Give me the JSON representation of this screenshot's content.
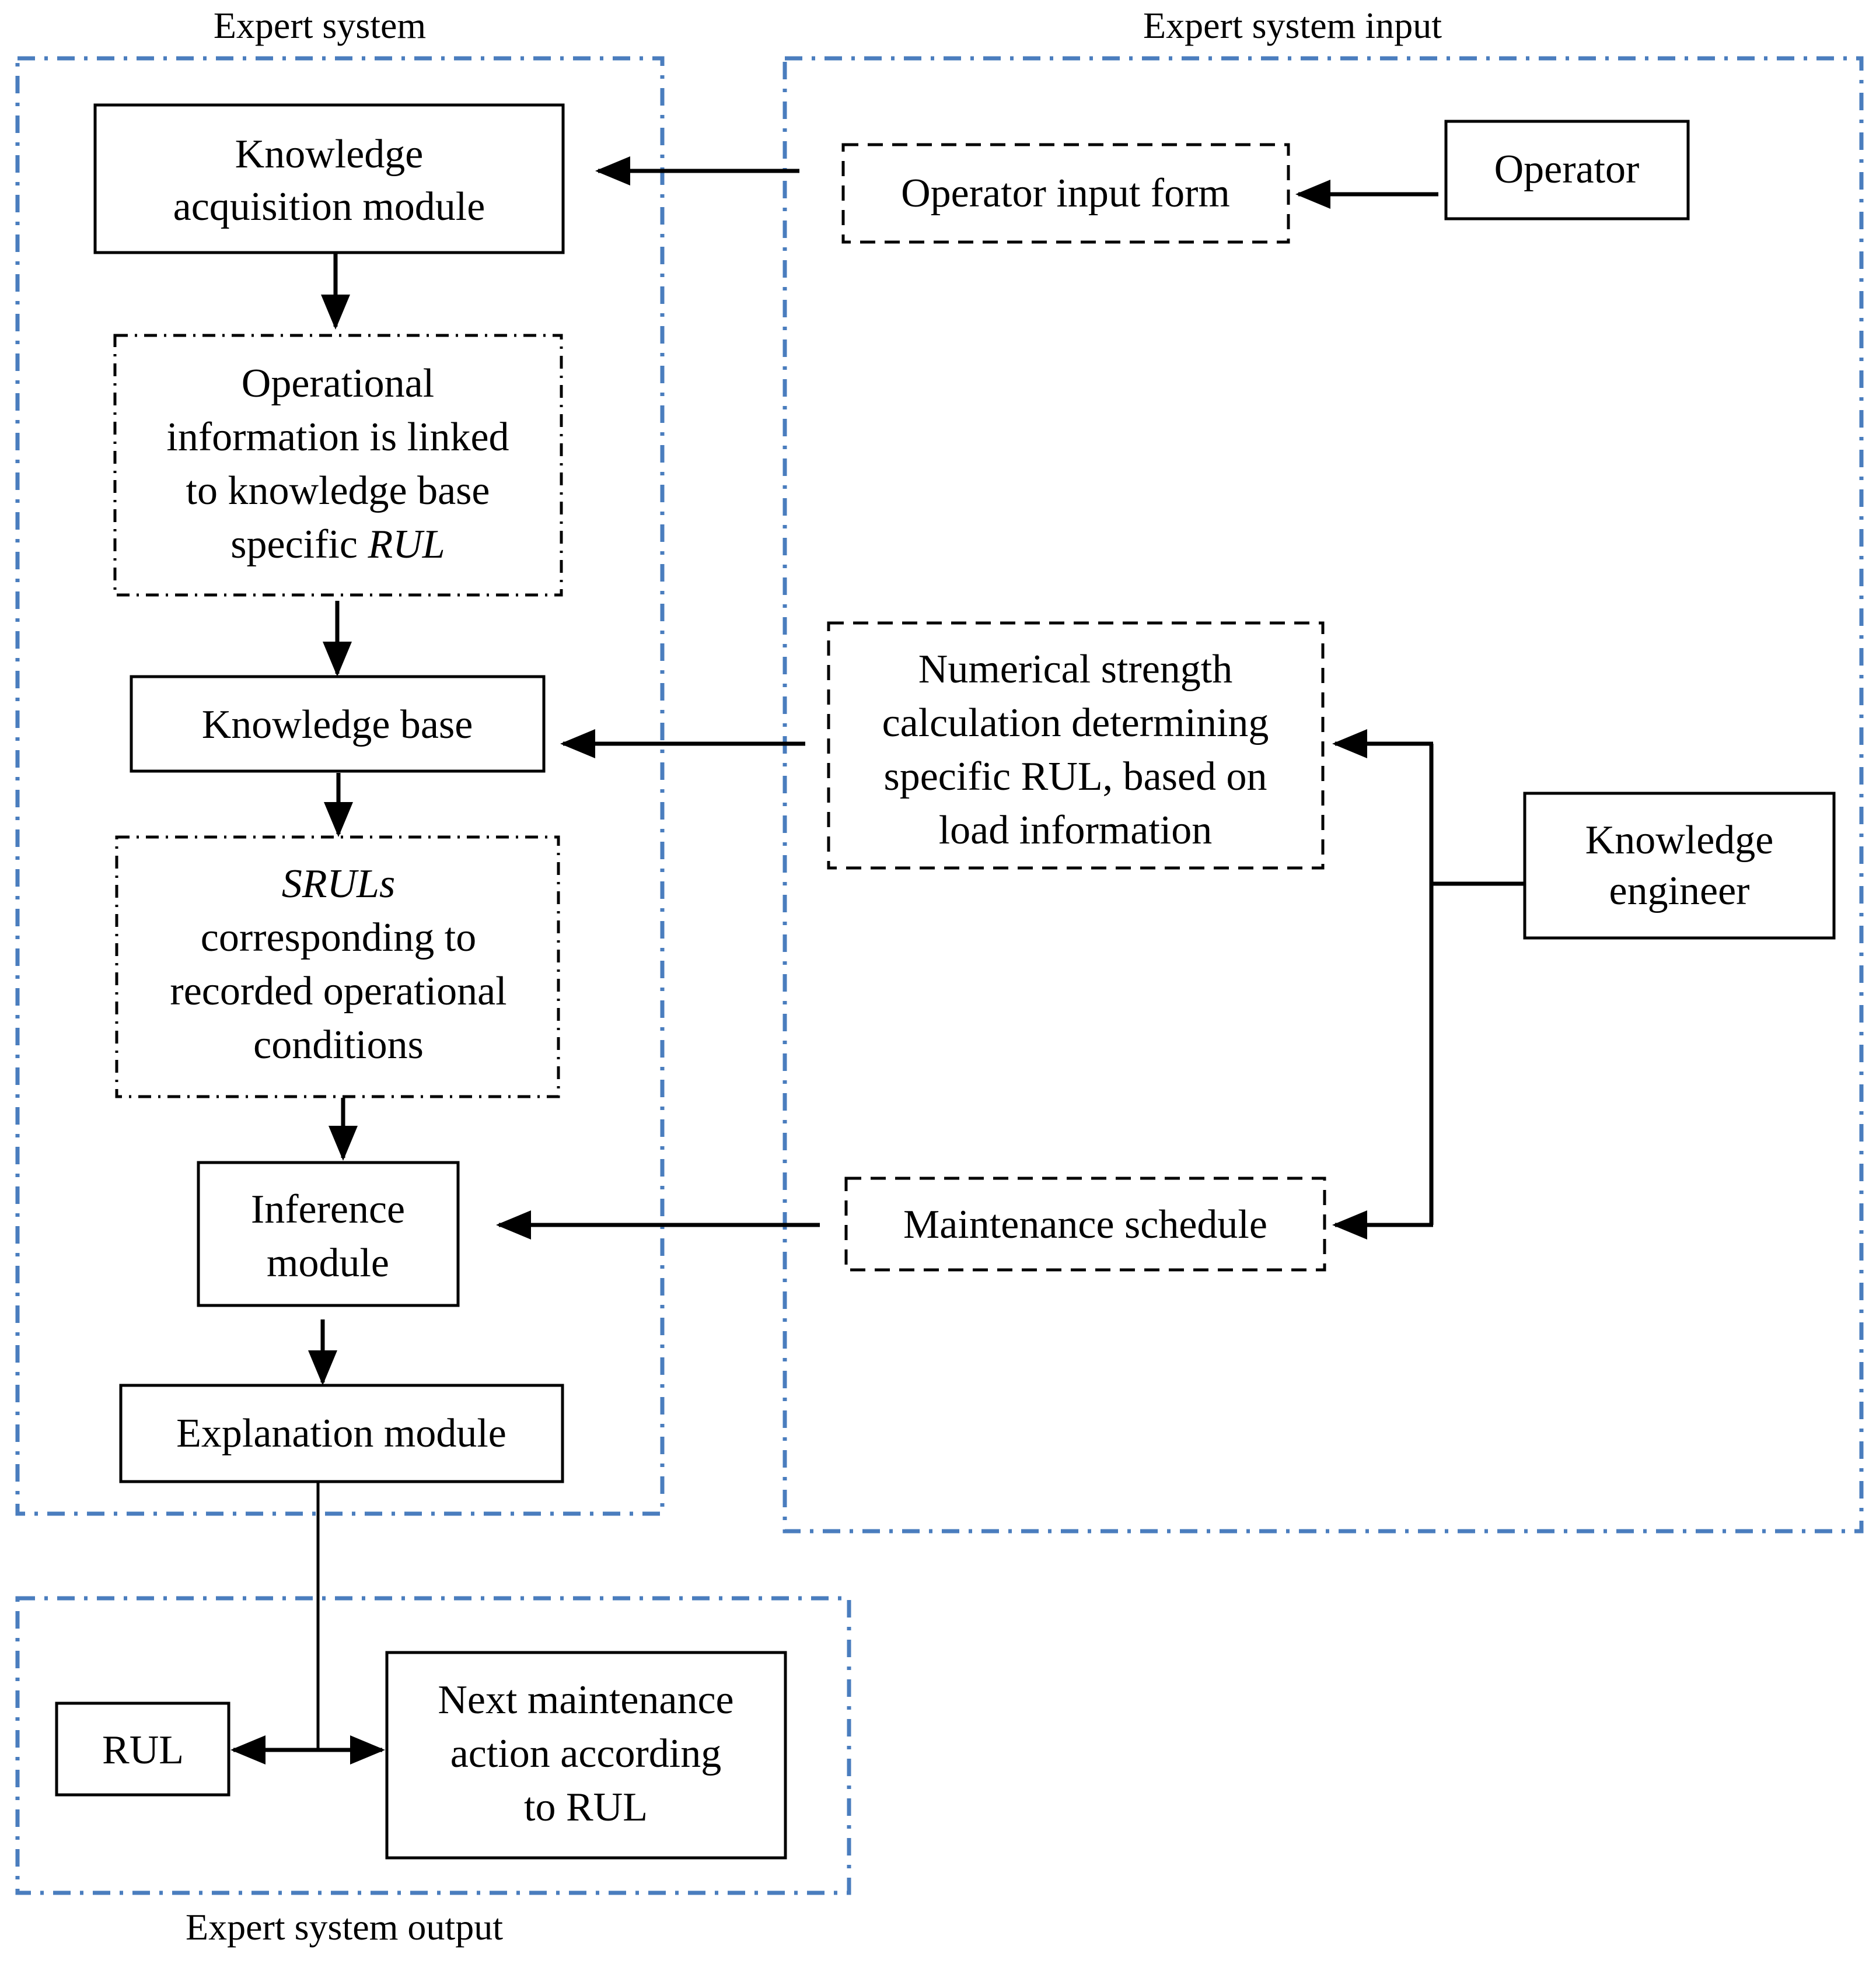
{
  "regions": {
    "expert_system": "Expert system",
    "expert_system_input": "Expert system input",
    "expert_system_output": "Expert system output"
  },
  "nodes": {
    "knowledge_acquisition": [
      "Knowledge",
      "acquisition module"
    ],
    "operational_info": [
      "Operational",
      "information is linked",
      "to knowledge base",
      "specific ",
      "RUL"
    ],
    "knowledge_base": [
      "Knowledge base"
    ],
    "srul": [
      "SRULs",
      "corresponding to",
      "recorded operational",
      "conditions"
    ],
    "inference": [
      "Inference",
      "module"
    ],
    "explanation": [
      "Explanation module"
    ],
    "operator_form": [
      "Operator input form"
    ],
    "operator": [
      "Operator"
    ],
    "numerical": [
      "Numerical strength",
      "calculation determining",
      "specific RUL, based on",
      "load information"
    ],
    "knowledge_engineer": [
      "Knowledge",
      "engineer"
    ],
    "maintenance_schedule": [
      "Maintenance schedule"
    ],
    "rul": [
      "RUL"
    ],
    "next_action": [
      "Next maintenance",
      "action according",
      "to RUL"
    ]
  },
  "colors": {
    "region_border": "#4a7dbe",
    "box_border": "#000000",
    "text": "#000000"
  }
}
